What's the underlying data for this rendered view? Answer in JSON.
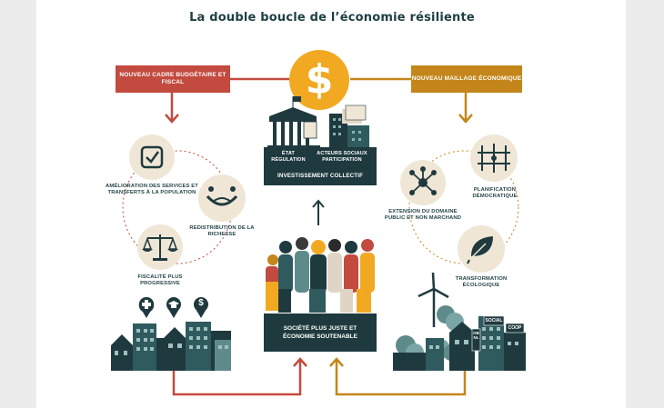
{
  "title": "La double boucle de l’économie résiliente",
  "headers": {
    "left": "Nouveau cadre budgétaire et fiscal",
    "right": "Nouveau maillage économique"
  },
  "center": {
    "symbol": "$",
    "state_label_1": "État",
    "state_label_2": "régulation",
    "actors_label_1": "Acteurs sociaux",
    "actors_label_2": "participation",
    "collective": "Investissement collectif",
    "society_1": "Société plus juste et",
    "society_2": "économie soutenable"
  },
  "left_items": {
    "amelioration": "Amélioration des services et transferts à la population",
    "redistribution": "Redistribution de la richesse",
    "fiscalite": "Fiscalité plus progressive"
  },
  "right_items": {
    "planification": "Planification démocratique",
    "extension": "Extension du domaine public et non marchand",
    "transformation": "Transformation écologique"
  },
  "city_tags": {
    "social": "SOCIAL",
    "coop": "COOP",
    "obnl": "OBNL"
  },
  "pin_symbol": "$",
  "colors": {
    "red": "#c24a3e",
    "gold": "#c4861a",
    "dark": "#1f3a3e",
    "beige": "#efe6d6",
    "sun": "#f2a922"
  }
}
